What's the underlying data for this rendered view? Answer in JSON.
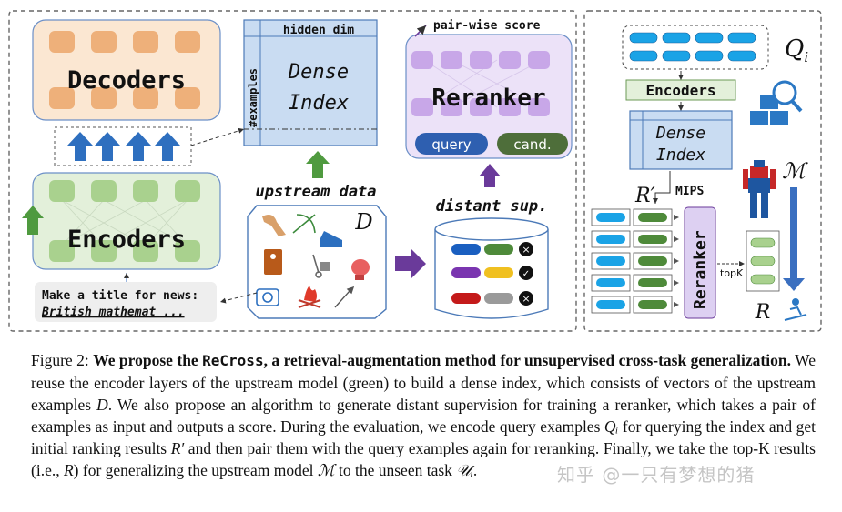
{
  "figure": {
    "decoders_label": "Decoders",
    "encoders_label": "Encoders",
    "hidden_dim_label": "hidden dim",
    "examples_label": "#examples",
    "dense_index_line1": "Dense",
    "dense_index_line2": "Index",
    "pair_wise_label": "pair-wise score",
    "reranker_label": "Reranker",
    "query_label": "query",
    "cand_label": "cand.",
    "upstream_data_label": "upstream data",
    "distant_sup_label": "distant sup.",
    "D_label": "D",
    "prompt_line1": "Make a title for news:",
    "prompt_line2": "British mathemat ...",
    "right_panel": {
      "Qi_label": "Q",
      "Qi_sub": "i",
      "encoders_label": "Encoders",
      "dense_line1": "Dense",
      "dense_line2": "Index",
      "R_prime_label": "R′",
      "mips_label": "MIPS",
      "reranker_label": "Reranker",
      "topk_label": "topK",
      "M_label": "ℳ",
      "R_label": "R"
    },
    "colors": {
      "decoder_orange": "#f2c89a",
      "encoder_green": "#a9d18e",
      "index_blue": "#c9dcf2",
      "reranker_purple": "#c8a7e8",
      "arrow_blue": "#2e6fbf",
      "arrow_green": "#4f9a3f",
      "arrow_purple": "#6a3a9a",
      "chip_blue": "#1aa3e6",
      "chip_green": "#4e8a3a"
    }
  },
  "caption": {
    "prefix": "Figure 2: ",
    "bold_a": "We propose the ",
    "bold_code": "ReCross",
    "bold_b": ", a retrieval-augmentation method for unsupervised cross-task generalization.",
    "t1": " We reuse the encoder layers of the upstream model (green) to build a dense index, which consists of vectors of the upstream examples ",
    "m_D": "D",
    "t2": ". We also propose an algorithm to generate distant supervision for training a reranker, which takes a pair of examples as input and outputs a score. During the evaluation, we encode query examples ",
    "m_Qi": "Qᵢ",
    "t3": " for querying the index and get initial ranking results ",
    "m_Rp": "R′",
    "t4": " and then pair them with the query examples again for reranking. Finally, we take the top-K results (i.e., ",
    "m_R": "R",
    "t5": ") for generalizing the upstream model ",
    "m_M": "ℳ",
    "t6": " to the unseen task ",
    "m_U": "𝒰ᵢ",
    "t7": "."
  },
  "watermark": "知乎 @一只有梦想的猪"
}
